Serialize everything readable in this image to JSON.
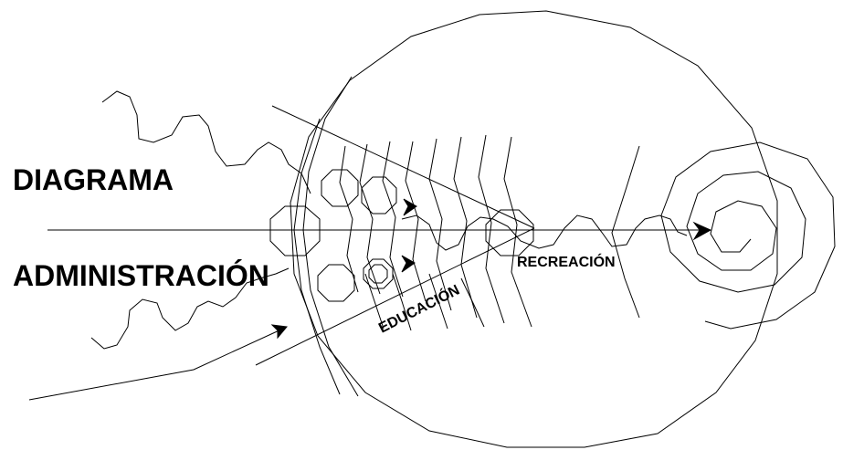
{
  "diagram": {
    "title_line1": "DIAGRAMA",
    "title_line2": "ADMINISTRACIÓN",
    "label_recreacion": "RECREACIÓN",
    "label_educacion": "EDUCACIÓN"
  },
  "colors": {
    "ink": "#000000",
    "background": "#ffffff"
  }
}
